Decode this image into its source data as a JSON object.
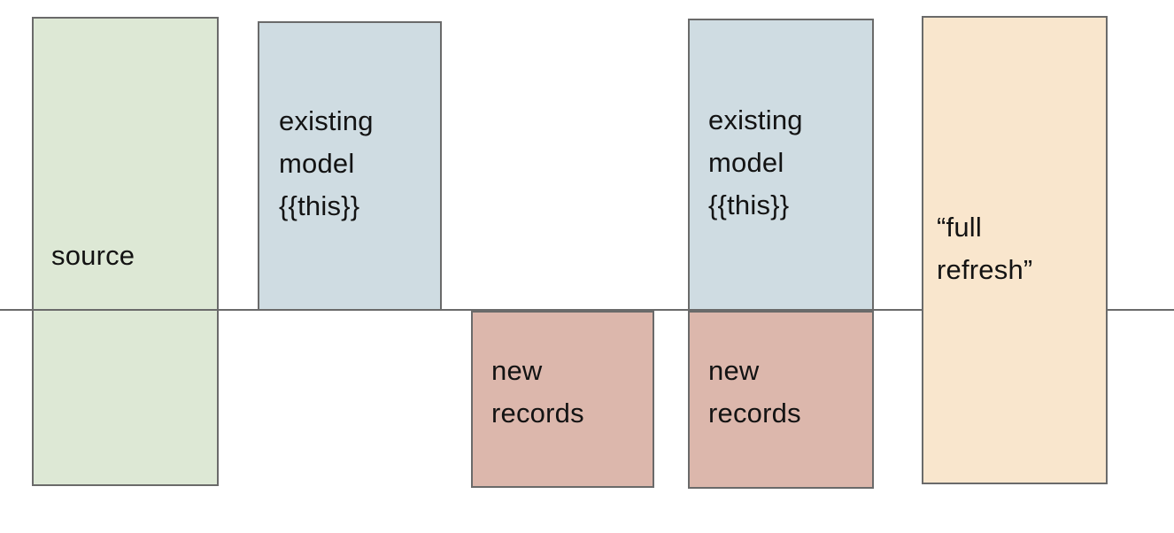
{
  "diagram": {
    "colors": {
      "background": "#ffffff",
      "border": "#6a6a6a",
      "line": "#6a6a6a",
      "text": "#131313",
      "source_fill": "#dde8d5",
      "existing_model_fill": "#cfdce2",
      "new_records_fill": "#dcb7ac",
      "full_refresh_fill": "#f9e6cd"
    },
    "boxes": {
      "source": {
        "label": "source"
      },
      "existing_model_1": {
        "label": "existing\nmodel\n{{this}}"
      },
      "new_records_1": {
        "label": "new\nrecords"
      },
      "existing_model_2": {
        "label": "existing\nmodel\n{{this}}"
      },
      "new_records_2": {
        "label": "new\nrecords"
      },
      "full_refresh": {
        "label": "“full\nrefresh”"
      }
    }
  }
}
